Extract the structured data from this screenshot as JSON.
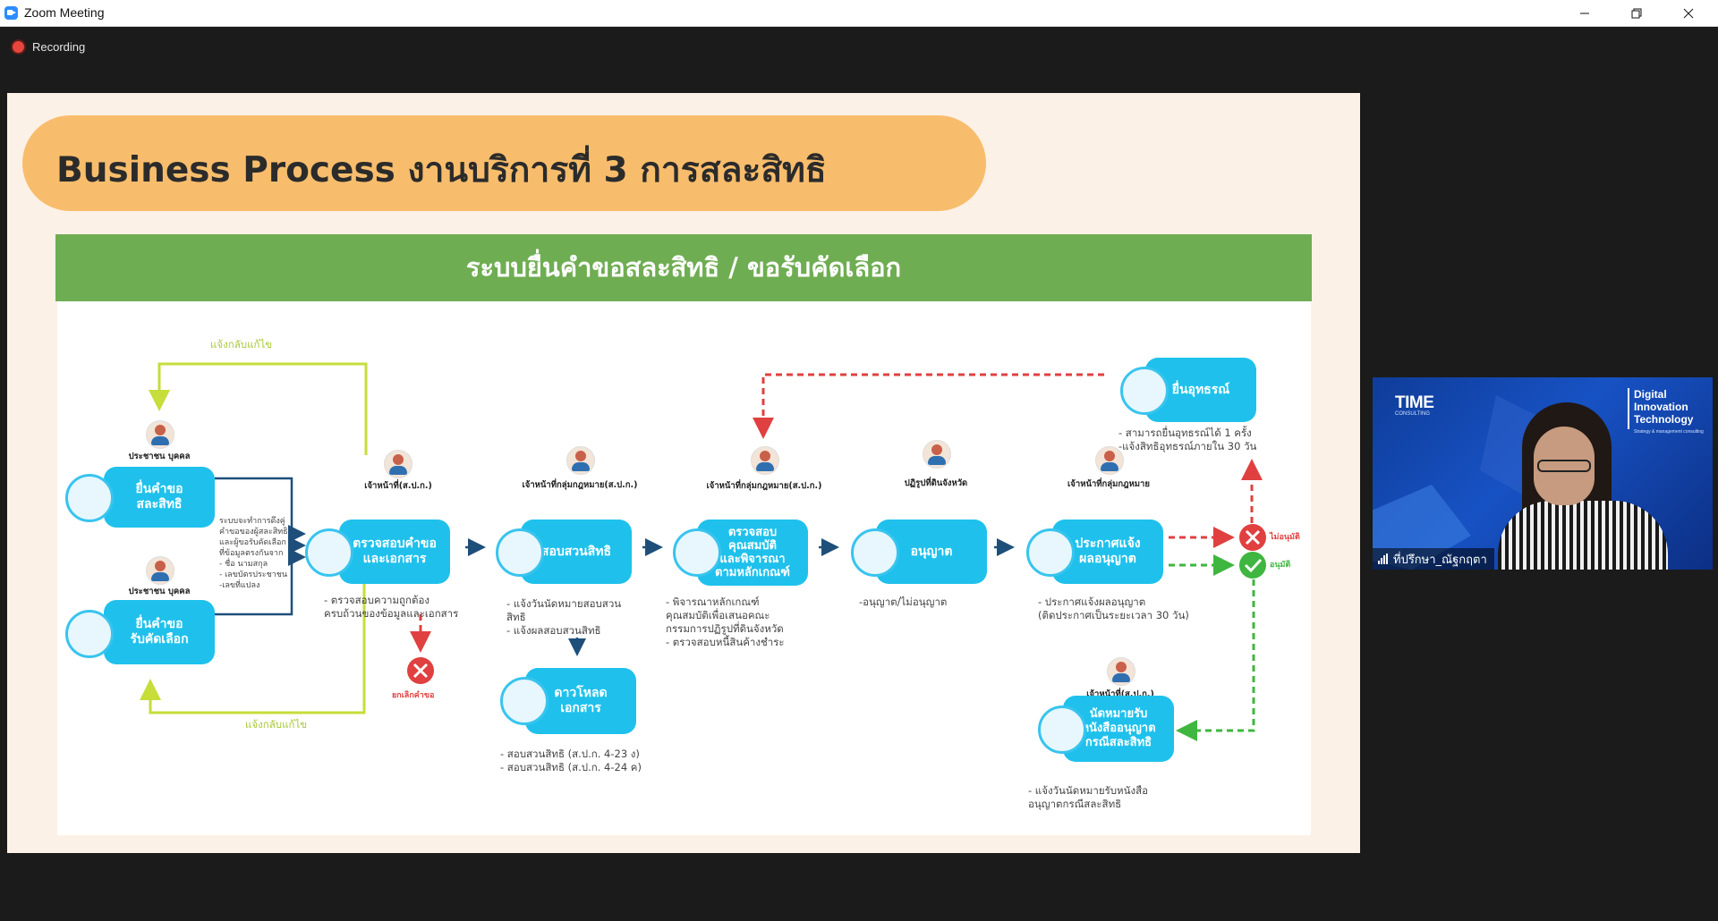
{
  "window": {
    "title": "Zoom Meeting"
  },
  "recording": {
    "label": "Recording"
  },
  "slide": {
    "title": "Business Process งานบริการที่ 3 การสละสิทธิ",
    "banner": "ระบบยื่นคำขอสละสิทธิ / ขอรับคัดเลือก",
    "loop_labels": {
      "top": "แจ้งกลับแก้ไข",
      "bottom": "แจ้งกลับแก้ไข"
    },
    "roles": {
      "citizen1": "ประชาชน บุคคล",
      "citizen2": "ประชาชน บุคคล",
      "officer1": "เจ้าหน้าที่(ส.ป.ก.)",
      "legal1": "เจ้าหน้าที่กลุ่มกฎหมาย(ส.ป.ก.)",
      "legal2": "เจ้าหน้าที่กลุ่มกฎหมาย(ส.ป.ก.)",
      "committee": "ปฏิรูปที่ดินจังหวัด",
      "legal3": "เจ้าหน้าที่กลุ่มกฎหมาย",
      "officer2": "เจ้าหน้าที่(ส.ป.ก.)"
    },
    "boxes": {
      "request_waive": [
        "ยื่นคำขอ",
        "สละสิทธิ"
      ],
      "request_select": [
        "ยื่นคำขอ",
        "รับคัดเลือก"
      ],
      "check_docs": [
        "ตรวจสอบคำขอ",
        "และเอกสาร"
      ],
      "investigate": [
        "สอบสวนสิทธิ"
      ],
      "download": [
        "ดาวโหลด",
        "เอกสาร"
      ],
      "qualify": [
        "ตรวจสอบ",
        "คุณสมบัติ",
        "และพิจารณา",
        "ตามหลักเกณฑ์"
      ],
      "approve": [
        "อนุญาต"
      ],
      "announce": [
        "ประกาศแจ้ง",
        "ผลอนุญาต"
      ],
      "appeal": [
        "ยื่นอุทธรณ์"
      ],
      "appointment": [
        "นัดหมายรับ",
        "หนังสืออนุญาต",
        "กรณีสละสิทธิ"
      ]
    },
    "notes": {
      "system_note": [
        "ระบบจะทำการดึงคู่",
        "คำขอของผู้สละสิทธิ",
        "และผู้ขอรับคัดเลือก",
        "ที่ข้อมูลตรงกันจาก",
        "- ชื่อ นามสกุล",
        "- เลขบัตรประชาชน",
        "-เลขที่แปลง"
      ],
      "check_docs": [
        "- ตรวจสอบความถูกต้อง",
        "ครบถ้วนของข้อมูลและเอกสาร"
      ],
      "investigate": [
        "- แจ้งวันนัดหมายสอบสวน",
        "สิทธิ",
        "- แจ้งผลสอบสวนสิทธิ"
      ],
      "download": [
        "- สอบสวนสิทธิ (ส.ป.ก. 4-23 ง)",
        "- สอบสวนสิทธิ (ส.ป.ก. 4-24 ค)"
      ],
      "qualify": [
        "- พิจารณาหลักเกณฑ์",
        "คุณสมบัติเพื่อเสนอคณะ",
        "กรรมการปฏิรูปที่ดินจังหวัด",
        "- ตรวจสอบหนี้สินค้างชำระ"
      ],
      "approve": [
        "-อนุญาต/ไม่อนุญาต"
      ],
      "announce": [
        "- ประกาศแจ้งผลอนุญาต",
        "(ติดประกาศเป็นระยะเวลา 30 วัน)"
      ],
      "appeal": [
        "- สามารถยื่นอุทธรณ์ได้ 1 ครั้ง",
        "-แจ้งสิทธิอุทธรณ์ภายใน 30 วัน"
      ],
      "appointment": [
        "- แจ้งวันนัดหมายรับหนังสือ",
        "อนุญาตกรณีสละสิทธิ"
      ]
    },
    "cancel_label": "ยกเลิกคำขอ",
    "not_approved_label": "ไม่อนุมัติ",
    "approved_label": "อนุมัติ",
    "colors": {
      "box": "#1fc1ec",
      "title_pill": "#f8bd6c",
      "banner": "#6fad52",
      "loop_line": "#c6dd3a",
      "flow_line": "#1e4f7a",
      "reject": "#e04040",
      "approve": "#3fb63f"
    }
  },
  "participant": {
    "name": "ที่ปรึกษา_ณัฐกฤตา",
    "logo": "TIME",
    "logo_sub": "CONSULTING",
    "brand": [
      "Digital",
      "Innovation",
      "Technology"
    ],
    "brand_tag": "Strategy & management consulting"
  }
}
